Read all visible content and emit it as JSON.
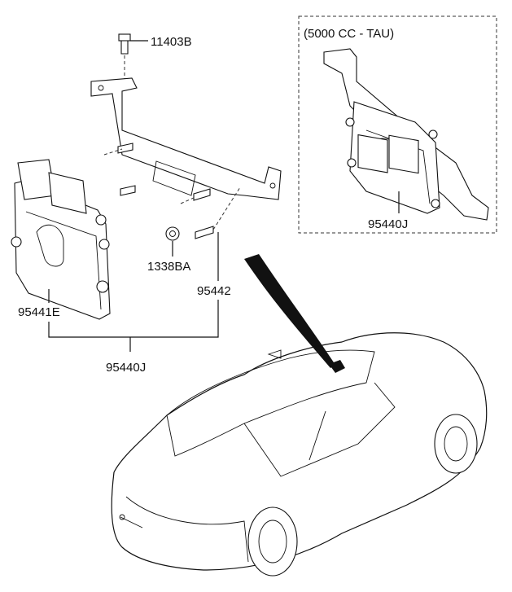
{
  "labels": {
    "bolt": "11403B",
    "nut": "1338BA",
    "bracket": "95442",
    "module": "95441E",
    "assembly": "95440J",
    "inset_title": "(5000 CC - TAU)",
    "inset_assembly": "95440J"
  }
}
